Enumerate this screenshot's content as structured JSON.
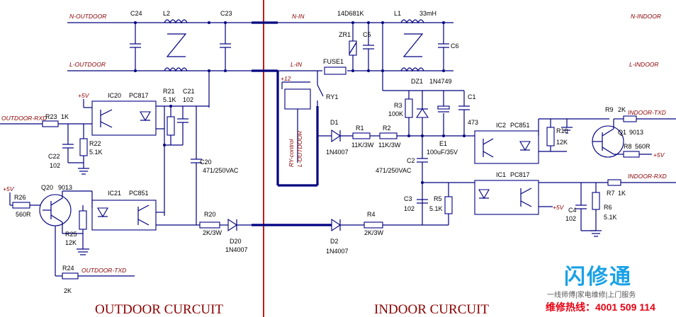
{
  "nets": {
    "n_outdoor": "N-OUTDOOR",
    "l_outdoor": "L-OUTDOOR",
    "n_in": "N-IN",
    "l_in": "L-IN",
    "n_indoor": "N-INDOOR",
    "l_indoor": "L-INDOOR",
    "outdoor_rxd": "OUTDOOR-RXD",
    "outdoor_txd": "OUTDOOR-TXD",
    "indoor_txd": "INDOOR-TXD",
    "indoor_rxd": "INDOOR-RXD",
    "ry_control": "RY-control",
    "l_outdoor_v": "L-OUTDOOR",
    "plus12": "+12",
    "plus5v": "+5V"
  },
  "components": {
    "c24": "C24",
    "l2": "L2",
    "c23": "C23",
    "ic20": "IC20",
    "pc817a": "PC817",
    "r21": "R21",
    "r21v": "5.1K",
    "c21": "C21",
    "c21v": "102",
    "r23": "R23",
    "r23v": "1K",
    "r22": "R22",
    "r22v": "5.1K",
    "c22": "C22",
    "c22v": "102",
    "c20": "C20",
    "c20v": "471/250VAC",
    "ic21": "IC21",
    "pc851a": "PC851",
    "r26": "R26",
    "r26v": "560R",
    "q20": "Q20",
    "q20v": "9013",
    "r25": "R25",
    "r25v": "12K",
    "r24": "R24",
    "r24v": "2K",
    "r20": "R20",
    "r20v": "2K/3W",
    "d20": "D20",
    "d20v": "1N4007",
    "zr1part": "14D681K",
    "zr1": "ZR1",
    "c5": "C5",
    "l1": "L1",
    "l1v": "33mH",
    "c6": "C6",
    "fuse1": "FUSE1",
    "ry1": "RY1",
    "dz1": "DZ1",
    "dz1v": "1N4749",
    "c1": "C1",
    "c1v": "473",
    "r3": "R3",
    "r3v": "100K",
    "d1": "D1",
    "d1v": "1N4007",
    "r1": "R1",
    "r1v": "11K/3W",
    "r2": "R2",
    "r2v": "11K/3W",
    "e1": "E1",
    "e1v": "100uF/35V",
    "c2": "C2",
    "c2v": "471/250VAC",
    "c3": "C3",
    "c3v": "102",
    "r5": "R5",
    "r5v": "5.1K",
    "ic2": "IC2",
    "pc851b": "PC851",
    "ic1": "IC1",
    "pc817b": "PC817",
    "r10": "R10",
    "r10v": "12K",
    "r9": "R9",
    "r9v": "2K",
    "q1": "Q1",
    "q1v": "9013",
    "r8": "R8",
    "r8v": "560R",
    "c4": "C4",
    "c4v": "102",
    "r7": "R7",
    "r7v": "1K",
    "r6": "R6",
    "r6v": "5.1K",
    "d2": "D2",
    "d2v": "1N4007",
    "r4": "R4",
    "r4v": "2K/3W"
  },
  "sections": {
    "outdoor": "OUTDOOR CURCUIT",
    "indoor": "INDOOR CURCUIT"
  },
  "watermark": {
    "brand": "闪修通",
    "tagline": "一线师傅|家电维修|上门服务",
    "hotline": "维修热线：4001 509 114"
  }
}
